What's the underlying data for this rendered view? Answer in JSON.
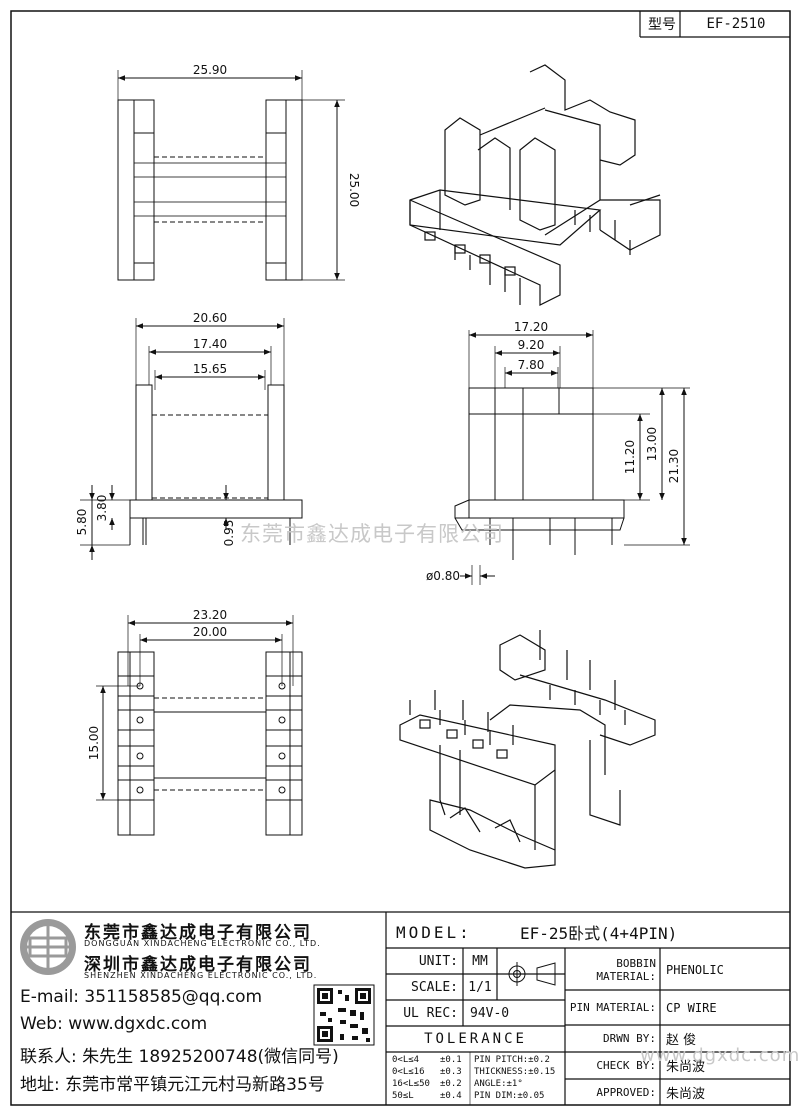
{
  "header": {
    "model_label": "型号",
    "model_value": "EF-2510"
  },
  "dimensions": {
    "top_width": "25.90",
    "top_height": "25.00",
    "front_w1": "20.60",
    "front_w2": "17.40",
    "front_w3": "15.65",
    "front_h1": "5.80",
    "front_h2": "3.80",
    "front_h3": "0.95",
    "side_w1": "17.20",
    "side_w2": "9.20",
    "side_w3": "7.80",
    "side_h1": "11.20",
    "side_h2": "13.00",
    "side_h3": "21.30",
    "pin_dia": "ø0.80",
    "bottom_w1": "23.20",
    "bottom_w2": "20.00",
    "bottom_h1": "15.00"
  },
  "watermarks": {
    "center": "东莞市鑫达成电子有限公司",
    "bottom": "www.dgxdc.com"
  },
  "company": {
    "name1": "东莞市鑫达成电子有限公司",
    "name1_en": "DONGGUAN XINDACHENG ELECTRONIC CO., LTD.",
    "name2": "深圳市鑫达成电子有限公司",
    "name2_en": "SHENZHEN XINDACHENG ELECTRONIC CO., LTD.",
    "email": "E-mail: 351158585@qq.com",
    "web": "Web: www.dgxdc.com",
    "contact": "联系人: 朱先生 18925200748(微信同号)",
    "address": "地址: 东莞市常平镇元江元村马新路35号"
  },
  "titleblock": {
    "model_label": "MODEL:",
    "model_value": "EF-25卧式(4+4PIN)",
    "unit_label": "UNIT:",
    "unit_value": "MM",
    "scale_label": "SCALE:",
    "scale_value": "1/1",
    "ulrec_label": "UL REC:",
    "ulrec_value": "94V-0",
    "tolerance_label": "TOLERANCE",
    "tol_rows": [
      [
        "0<L≤4",
        "±0.1",
        "PIN PITCH:±0.2"
      ],
      [
        "0<L≤16",
        "±0.3",
        "THICKNESS:±0.15"
      ],
      [
        "16<L≤50",
        "±0.2",
        "ANGLE:±1°"
      ],
      [
        "50≤L",
        "±0.4",
        "PIN DIM:±0.05"
      ]
    ],
    "bobbin_label": "BOBBIN MATERIAL:",
    "bobbin_value": "PHENOLIC",
    "pin_label": "PIN MATERIAL:",
    "pin_value": "CP WIRE",
    "drwn_label": "DRWN BY:",
    "drwn_value": "赵 俊",
    "check_label": "CHECK BY:",
    "check_value": "朱尚波",
    "approved_label": "APPROVED:",
    "approved_value": "朱尚波"
  }
}
